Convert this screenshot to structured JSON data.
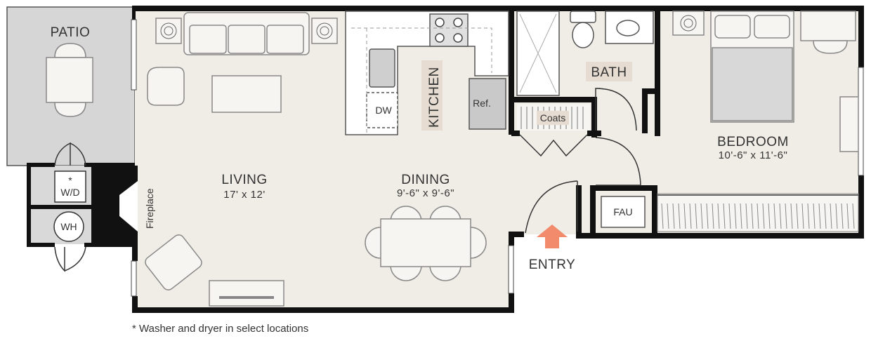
{
  "rooms": {
    "patio": "PATIO",
    "living": "LIVING",
    "living_dim": "17' x 12'",
    "dining": "DINING",
    "dining_dim": "9'-6\" x 9'-6\"",
    "kitchen": "KITCHEN",
    "bath": "BATH",
    "bedroom": "BEDROOM",
    "bedroom_dim": "10'-6\" x 11'-6\"",
    "entry": "ENTRY"
  },
  "fixtures": {
    "washer_dryer_mark": "*",
    "washer_dryer": "W/D",
    "water_heater": "WH",
    "fireplace": "Fireplace",
    "dishwasher": "DW",
    "refrigerator": "Ref.",
    "coats": "Coats",
    "furnace": "FAU"
  },
  "footnote": "* Washer and dryer in select locations",
  "colors": {
    "floor": "#efede6",
    "patio": "#d6d6d6",
    "wall": "#111111",
    "furniture": "#f6f5f2",
    "appliance": "#c9c9c9",
    "entry_arrow": "#f28a6c",
    "label_bg": "#e6dcd1"
  }
}
